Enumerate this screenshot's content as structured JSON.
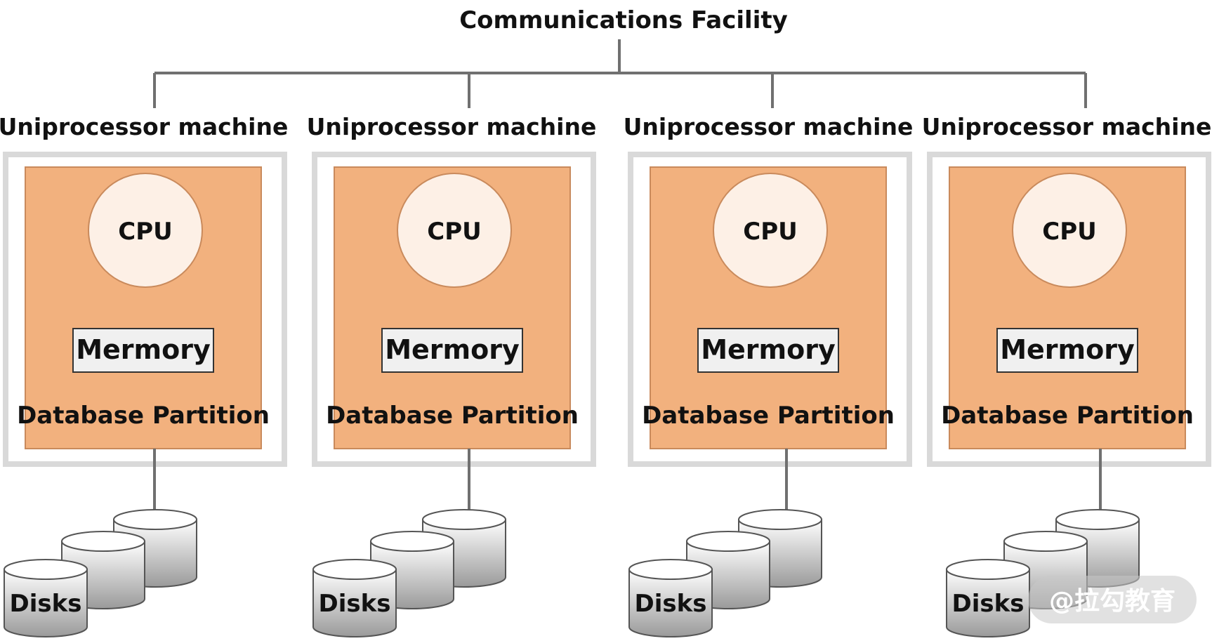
{
  "header": {
    "title": "Communications Facility"
  },
  "machines": [
    {
      "label": "Uniprocessor machine",
      "cpu": "CPU",
      "memory": "Mermory",
      "partition": "Database Partition",
      "disks": "Disks"
    },
    {
      "label": "Uniprocessor machine",
      "cpu": "CPU",
      "memory": "Mermory",
      "partition": "Database Partition",
      "disks": "Disks"
    },
    {
      "label": "Uniprocessor machine",
      "cpu": "CPU",
      "memory": "Mermory",
      "partition": "Database Partition",
      "disks": "Disks"
    },
    {
      "label": "Uniprocessor machine",
      "cpu": "CPU",
      "memory": "Mermory",
      "partition": "Database Partition",
      "disks": "Disks"
    }
  ],
  "watermark": "@拉勾教育",
  "colors": {
    "connector": "#707070",
    "frame": "#d9d9d9",
    "partition_fill": "#f2b17e",
    "partition_stroke": "#c98a5c",
    "cpu_fill": "#fdf0e6",
    "memory_fill": "#f0f0f0",
    "disk_light": "#ffffff",
    "disk_dark": "#9a9a9a"
  }
}
